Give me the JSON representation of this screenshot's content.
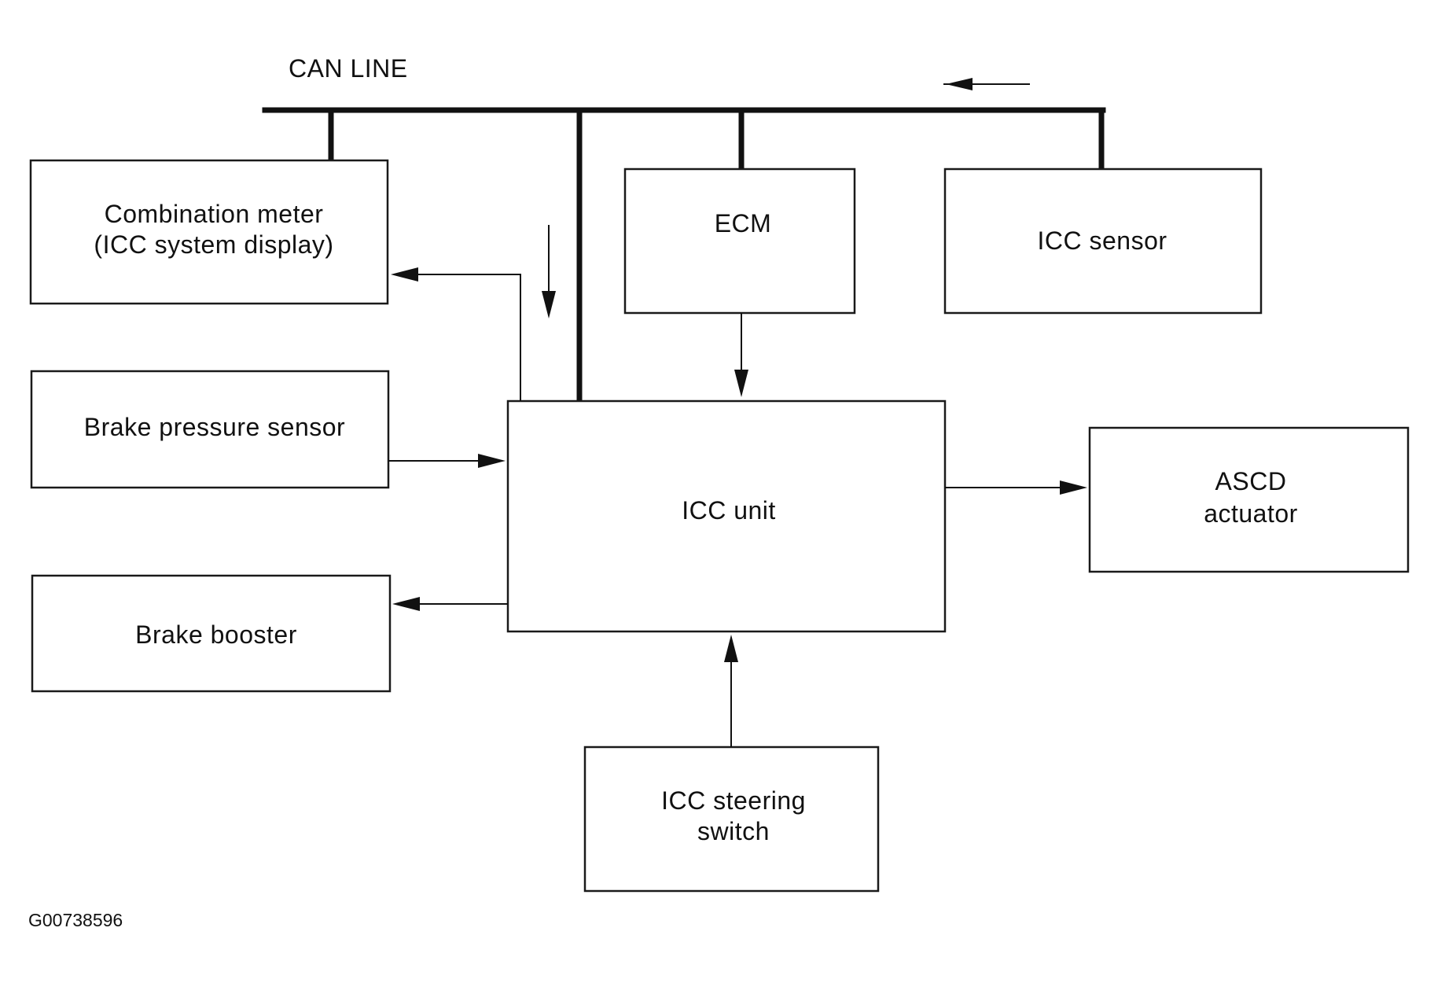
{
  "bus_label": "CAN LINE",
  "blocks": {
    "combination_meter": [
      "Combination meter",
      "(ICC system display)"
    ],
    "ecm": [
      "ECM"
    ],
    "icc_sensor": [
      "ICC sensor"
    ],
    "brake_pressure_sensor": [
      "Brake pressure sensor"
    ],
    "icc_unit": [
      "ICC unit"
    ],
    "ascd_actuator": [
      "ASCD",
      "actuator"
    ],
    "brake_booster": [
      "Brake booster"
    ],
    "icc_steering_switch": [
      "ICC steering",
      "switch"
    ]
  },
  "figure_id": "G00738596"
}
